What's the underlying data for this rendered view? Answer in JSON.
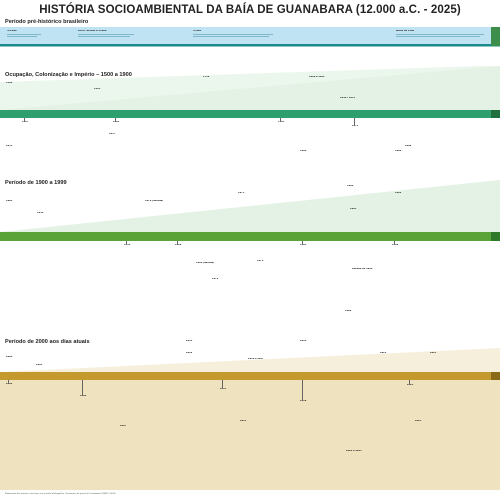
{
  "title": "HISTÓRIA SOCIOAMBIENTAL DA BAÍA DE GUANABARA (12.000 a.C. - 2025)",
  "sections": [
    {
      "key": "prehistoric",
      "title": "Período pré-histórico brasileiro"
    },
    {
      "key": "colonial",
      "title": "Ocupação, Colonização e Império – 1500 a 1900"
    },
    {
      "key": "modern",
      "title": "Período de 1900 a 1999"
    },
    {
      "key": "current",
      "title": "Período de 2000 aos dias atuais"
    }
  ],
  "colors": {
    "prehistoric_band": "#bfe3f2",
    "prehistoric_line": "#1a8c8c",
    "colonial_band": "#2f9f6f",
    "modern_band": "#5aa339",
    "current_band": "#c49a2e",
    "current_light": "#efe2bf",
    "wedge_green": "#e3f2e4",
    "wedge_gold": "#f6efdc"
  },
  "prehistoric_events": [
    {
      "year": "-12.000"
    },
    {
      "year": "Entre -10.000 e -8.000"
    },
    {
      "year": "-5.000"
    },
    {
      "year": "antes de 1500"
    }
  ],
  "colonial_events": [
    {
      "year": "1502"
    },
    {
      "year": "1565"
    },
    {
      "year": "1710"
    },
    {
      "year": "1808 a 1821"
    },
    {
      "year": "1567"
    },
    {
      "year": "1604"
    },
    {
      "year": "1763"
    },
    {
      "year": "1840 - 1870"
    },
    {
      "year": "1831"
    },
    {
      "year": "1857"
    },
    {
      "year": "1874"
    },
    {
      "year": "1889"
    }
  ],
  "modern_events": [
    {
      "year": "1904"
    },
    {
      "year": "1936"
    },
    {
      "year": "1970 (década)"
    },
    {
      "year": "1975"
    },
    {
      "year": "1982"
    },
    {
      "year": "1986"
    },
    {
      "year": "1988"
    },
    {
      "year": "1992"
    },
    {
      "year": "1995"
    },
    {
      "year": "1951"
    },
    {
      "year": "1960"
    },
    {
      "year": "1968 (década)"
    },
    {
      "year": "1972"
    },
    {
      "year": "1978"
    },
    {
      "year": "1983"
    },
    {
      "year": "Década de 1990"
    },
    {
      "year": "1998"
    },
    {
      "year": "1999"
    }
  ],
  "current_events": [
    {
      "year": "2000"
    },
    {
      "year": "2004"
    },
    {
      "year": "2011"
    },
    {
      "year": "2012"
    },
    {
      "year": "2016 e 2017"
    },
    {
      "year": "2018"
    },
    {
      "year": "2021"
    },
    {
      "year": "2023"
    },
    {
      "year": "2002"
    },
    {
      "year": "2006"
    },
    {
      "year": "2007"
    },
    {
      "year": "2013"
    },
    {
      "year": "2015"
    },
    {
      "year": "2019"
    },
    {
      "year": "2022 e 2023"
    },
    {
      "year": "2024"
    },
    {
      "year": "2025"
    }
  ],
  "footnote": "Elaboração dos autores, com base em revisão bibliográfica. Ilustrações do portal de Guanabara (DEMO, 2024)."
}
